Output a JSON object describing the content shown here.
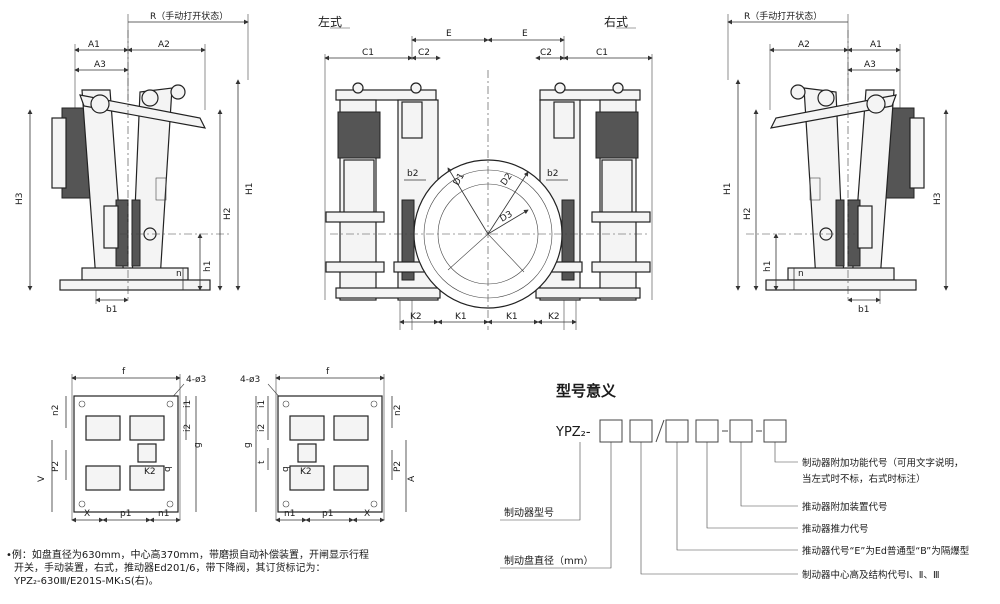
{
  "left_view": {
    "r_label": "R（手动打开状态）",
    "a1": "A1",
    "a2": "A2",
    "a3": "A3",
    "h1": "H1",
    "h2": "H2",
    "h3": "H3",
    "hh1": "h1",
    "n": "n",
    "b1": "b1"
  },
  "right_view": {
    "r_label": "R（手动打开状态）",
    "a1": "A1",
    "a2": "A2",
    "a3": "A3",
    "h1": "H1",
    "h2": "H2",
    "h3": "H3",
    "hh1": "h1",
    "n": "n",
    "b1": "b1"
  },
  "front_view": {
    "left_style": "左式",
    "right_style": "右式",
    "e": "E",
    "c1": "C1",
    "c2": "C2",
    "b2": "b2",
    "d1": "D1",
    "d2": "D2",
    "d3": "D3",
    "k1": "K1",
    "k2": "K2"
  },
  "plan_left": {
    "f": "f",
    "holes": "4-ø3",
    "n2": "n2",
    "i1": "i1",
    "i2": "i2",
    "g": "g",
    "p2": "P2",
    "v": "V",
    "k2": "K2",
    "q": "q",
    "x": "X",
    "p1": "p1",
    "n1": "n1"
  },
  "plan_right": {
    "f": "f",
    "holes": "4-ø3",
    "i1": "i1",
    "i2": "i2",
    "n2": "n2",
    "g": "g",
    "t": "t",
    "k2": "K2",
    "q": "q",
    "p2": "P2",
    "a": "A",
    "n1": "n1",
    "p1": "p1",
    "x": "X"
  },
  "model_meaning": {
    "title": "型号意义",
    "prefix": "YPZ₂-",
    "items": [
      "制动器附加功能代号（可用文字说明，",
      "当左式时不标，右式时标注）",
      "推动器附加装置代号",
      "推动器推力代号",
      "推动器代号“E”为Ed普通型“B”为隔爆型",
      "制动器中心高及结构代号Ⅰ、Ⅱ、Ⅲ",
      "制动器型号",
      "制动盘直径（mm）"
    ]
  },
  "example_note": {
    "line1": "•例：如盘直径为630mm，中心高370mm，带磨损自动补偿装置，开闸显示行程",
    "line2": "开关，手动装置，右式，推动器Ed201/6，带下降阀，其订货标记为：",
    "line3": "YPZ₂-630Ⅲ/E201S-MK₁S(右)。"
  }
}
